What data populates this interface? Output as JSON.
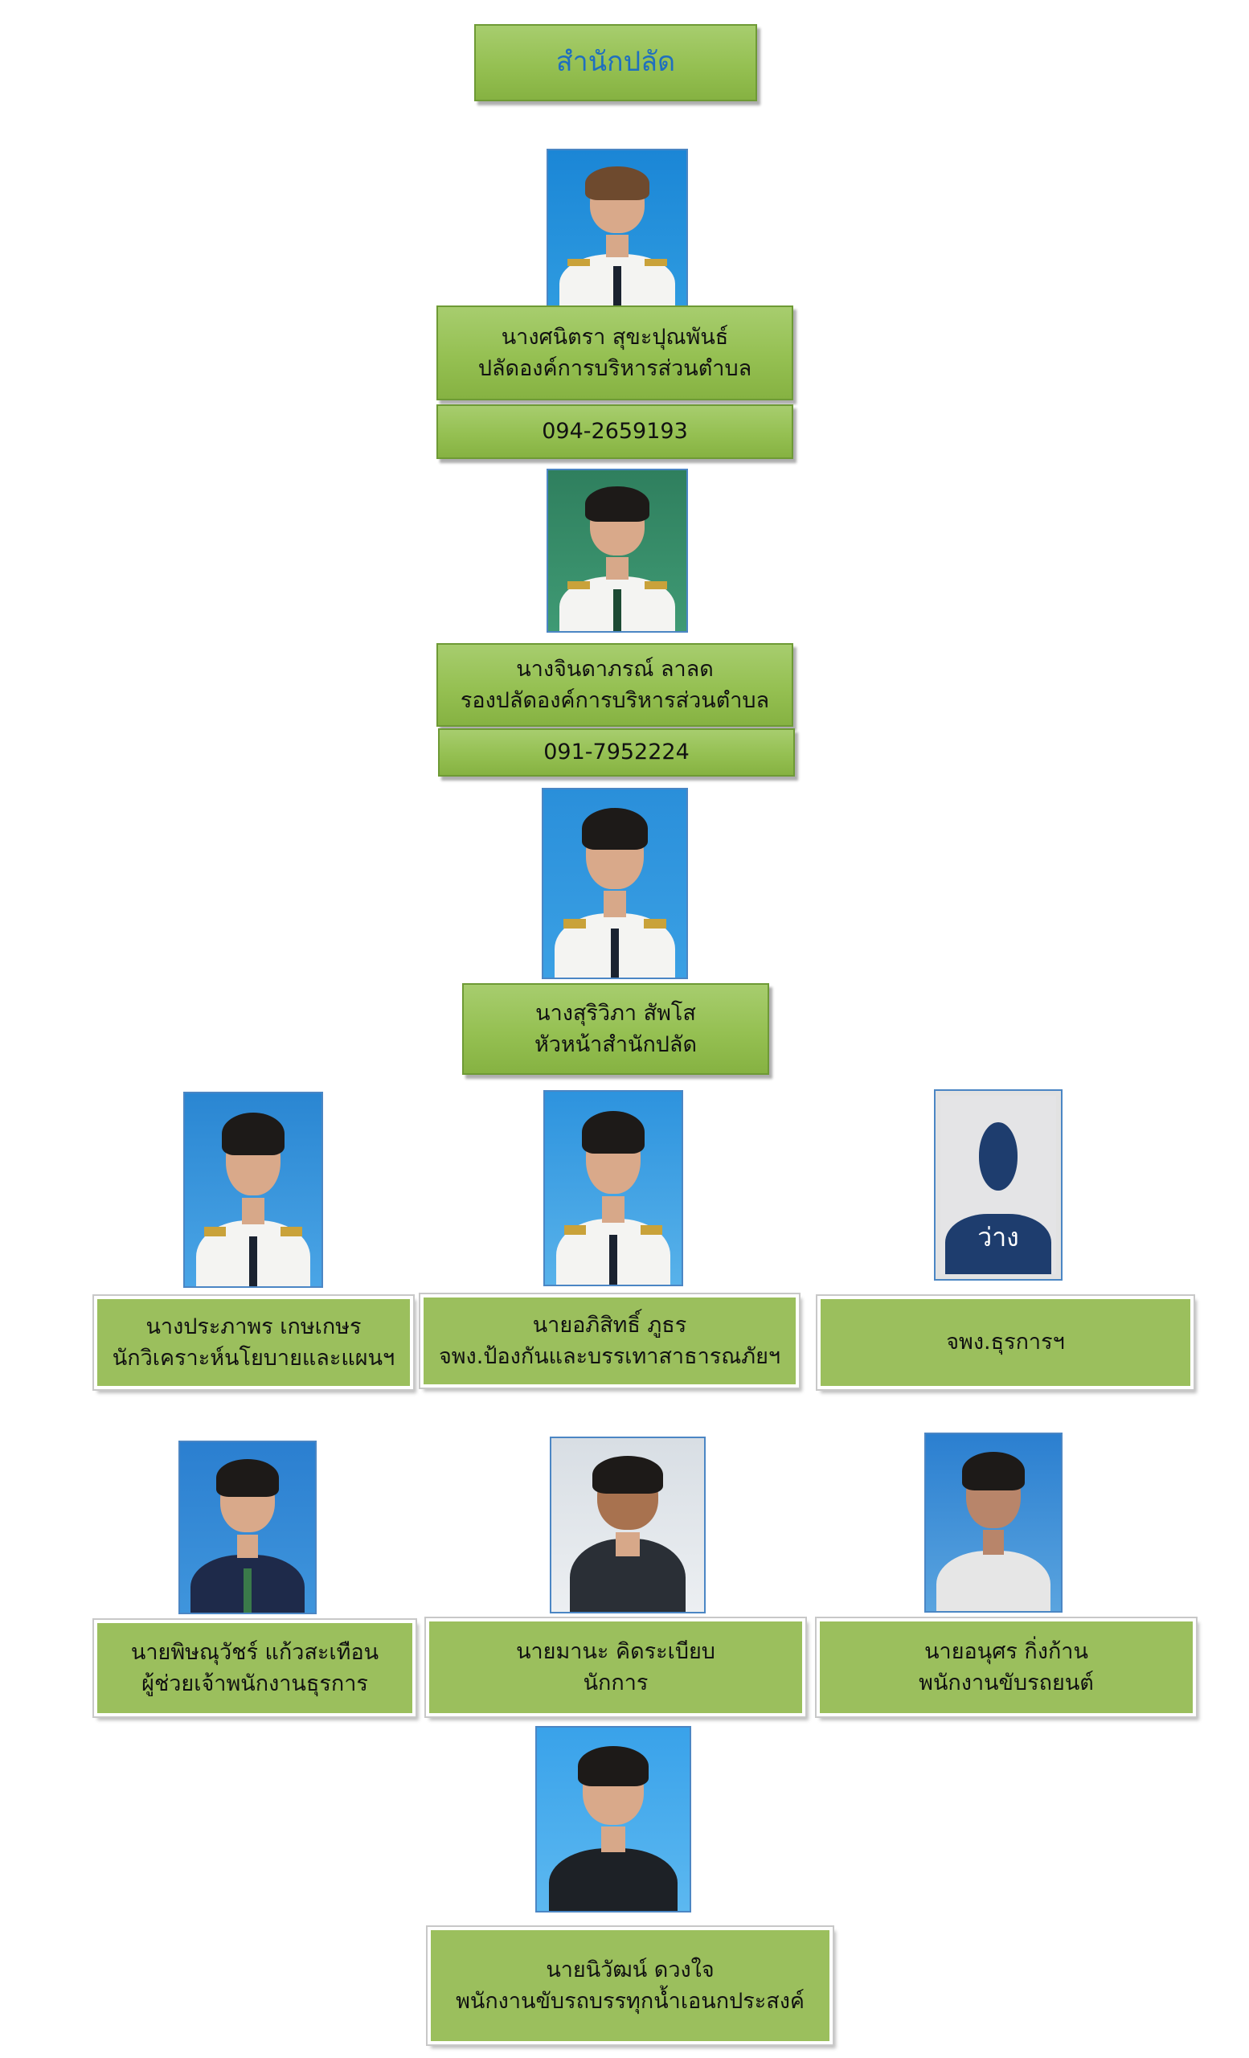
{
  "title": "สำนักปลัด",
  "chief": {
    "name": "นางศนิตรา  สุขะปุณพันธ์",
    "position": "ปลัดองค์การบริหารส่วนตำบล",
    "phone": "094-2659193"
  },
  "deputy": {
    "name": "นางจินดาภรณ์  ลาลด",
    "position": "รองปลัดองค์การบริหารส่วนตำบล",
    "phone": "091-7952224"
  },
  "head": {
    "name": "นางสุริวิภา  สัพโส",
    "position": "หัวหน้าสำนักปลัด"
  },
  "row1": [
    {
      "name": "นางประภาพร  เกษเกษร",
      "position": "นักวิเคราะห์นโยบายและแผนฯ"
    },
    {
      "name": "นายอภิสิทธิ์  ภูธร",
      "position": "จพง.ป้องกันและบรรเทาสาธารณภัยฯ"
    },
    {
      "name": "",
      "position": "จพง.ธุรการฯ",
      "vacant_label": "ว่าง"
    }
  ],
  "row2": [
    {
      "name": "นายพิษณุวัชร์  แก้วสะเทือน",
      "position": "ผู้ช่วยเจ้าพนักงานธุรการ"
    },
    {
      "name": "นายมานะ  คิดระเบียบ",
      "position": "นักการ"
    },
    {
      "name": "นายอนุศร  กิ่งก้าน",
      "position": "พนักงานขับรถยนต์"
    }
  ],
  "driver": {
    "name": "นายนิวัฒน์  ดวงใจ",
    "position": "พนักงานขับรถบรรทุกน้ำเอนกประสงค์"
  }
}
